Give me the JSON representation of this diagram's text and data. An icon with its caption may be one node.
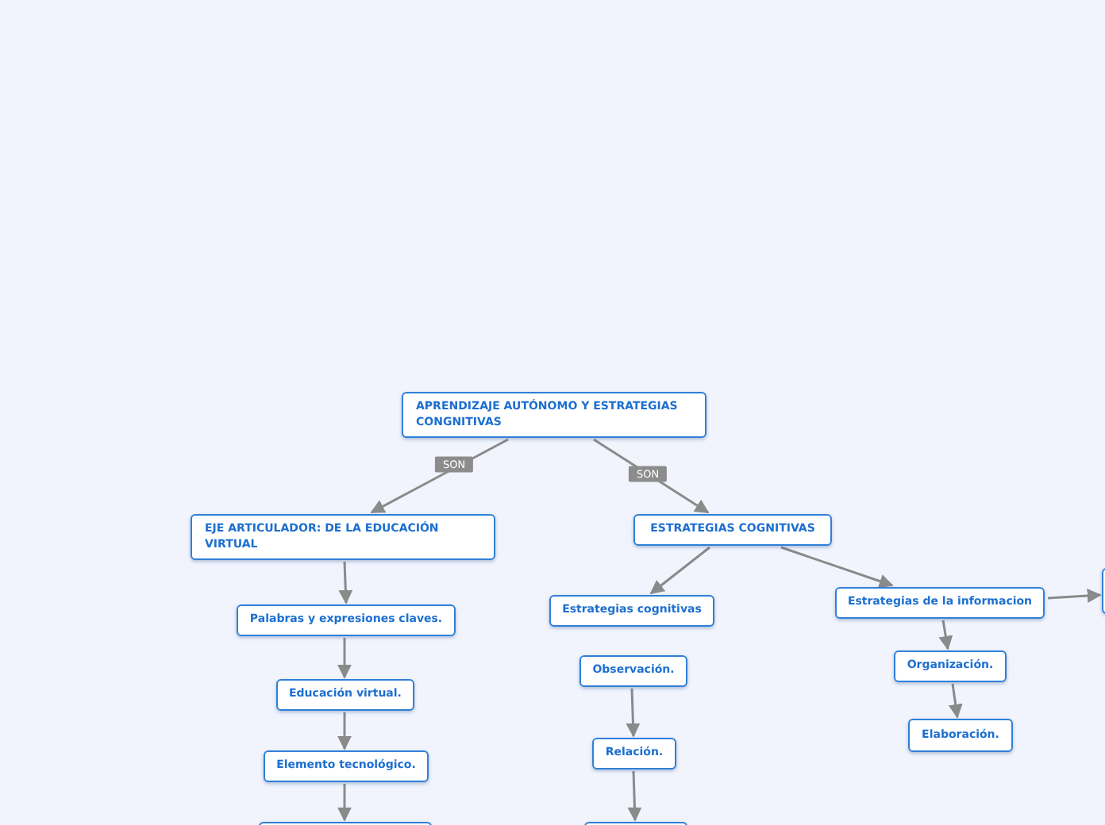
{
  "diagram": {
    "nodes": [
      {
        "text": [
          "APRENDIZAJE AUTÓNOMO Y ESTRATEGIAS CONGNITIVAS"
        ]
      },
      {
        "text": [
          "EJE ARTICULADOR: DE LA EDUCACIÓN VIRTUAL"
        ]
      },
      {
        "text": [
          "ESTRATEGIAS COGNITIVAS"
        ]
      },
      {
        "text": [
          "Estrategias cognitivas"
        ]
      },
      {
        "text": [
          "Estrategias de la informacion"
        ]
      },
      {
        "text": [],
        "shape": "box"
      },
      {
        "text": [
          "Palabras y expresiones claves."
        ]
      },
      {
        "text": [
          "Observación."
        ]
      },
      {
        "text": [
          "Organización."
        ]
      },
      {
        "text": [
          "Educación virtual."
        ]
      },
      {
        "text": [
          "Relación."
        ]
      },
      {
        "text": [
          "Elaboración."
        ]
      },
      {
        "text": [
          "Elemento tecnológico."
        ]
      },
      {
        "text": [],
        "shape": "box"
      },
      {
        "text": [],
        "shape": "box"
      }
    ],
    "edges": [
      {
        "from": 0,
        "to": 1,
        "arrow": "to",
        "label": "SON"
      },
      {
        "from": 0,
        "to": 2,
        "arrow": "to",
        "label": "SON"
      },
      {
        "from": 2,
        "to": 3,
        "arrow": "to"
      },
      {
        "from": 2,
        "to": 4,
        "arrow": "to"
      },
      {
        "from": 4,
        "to": 5,
        "arrow": "to"
      },
      {
        "from": 4,
        "to": 8,
        "arrow": "to"
      },
      {
        "from": 8,
        "to": 11,
        "arrow": "to"
      },
      {
        "from": 1,
        "to": 6,
        "arrow": "to"
      },
      {
        "from": 6,
        "to": 9,
        "arrow": "to"
      },
      {
        "from": 9,
        "to": 12,
        "arrow": "to"
      },
      {
        "from": 12,
        "to": 13,
        "arrow": "to"
      },
      {
        "from": 7,
        "to": 10,
        "arrow": "to"
      },
      {
        "from": 10,
        "to": 14,
        "arrow": "to"
      }
    ]
  }
}
